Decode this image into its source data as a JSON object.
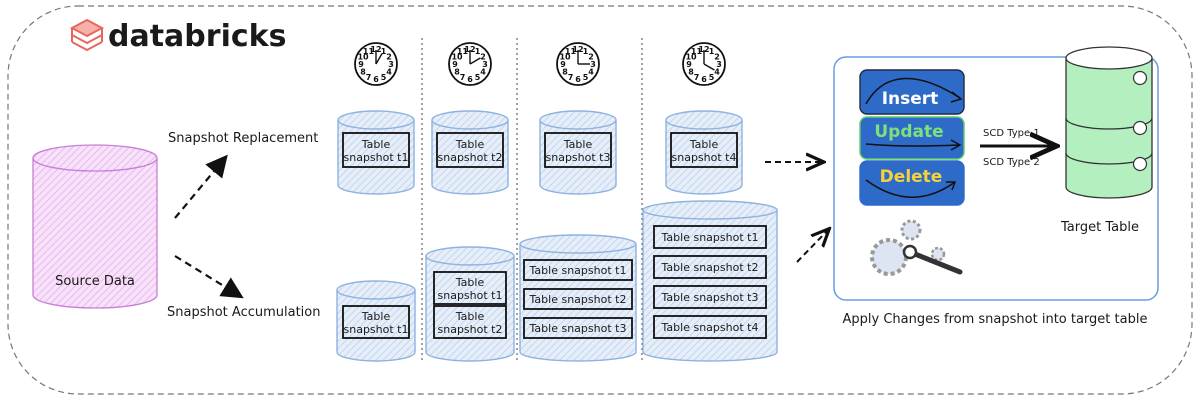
{
  "brand": {
    "name": "databricks",
    "logo_color": "#e8675c"
  },
  "colors": {
    "source_fill": "#f3d5f6",
    "source_stroke": "#c77fd6",
    "snapshot_fill": "#dbe7f6",
    "snapshot_stroke": "#8fb2de",
    "panel_stroke": "#6a9ee0",
    "button_fill": "#2e6bc8",
    "insert_text": "#ffffff",
    "update_text": "#7ee07a",
    "delete_text": "#f5d13a",
    "target_fill": "#b3efbf",
    "clock_highlight": "#e53935"
  },
  "source": {
    "label": "Source Data"
  },
  "modes": {
    "replacement": {
      "label": "Snapshot Replacement"
    },
    "accumulation": {
      "label": "Snapshot Accumulation"
    }
  },
  "clocks": [
    {
      "hour": 1,
      "highlight": "1"
    },
    {
      "hour": 2,
      "highlight": "2"
    },
    {
      "hour": 3,
      "highlight": "3"
    },
    {
      "hour": 4,
      "highlight": "4"
    }
  ],
  "replacement_tables": [
    {
      "line1": "Table",
      "line2": "snapshot t1"
    },
    {
      "line1": "Table",
      "line2": "snapshot t2"
    },
    {
      "line1": "Table",
      "line2": "snapshot t3"
    },
    {
      "line1": "Table",
      "line2": "snapshot t4"
    }
  ],
  "accumulation_tables": [
    {
      "items": [
        {
          "line1": "Table",
          "line2": "snapshot t1"
        }
      ]
    },
    {
      "items": [
        {
          "line1": "Table",
          "line2": "snapshot t1"
        },
        {
          "line1": "Table",
          "line2": "snapshot t2"
        }
      ]
    },
    {
      "items": [
        {
          "line1": "Table snapshot t1"
        },
        {
          "line1": "Table snapshot t2"
        },
        {
          "line1": "Table snapshot t3"
        }
      ]
    },
    {
      "items": [
        {
          "line1": "Table snapshot t1"
        },
        {
          "line1": "Table snapshot t2"
        },
        {
          "line1": "Table snapshot t3"
        },
        {
          "line1": "Table snapshot t4"
        }
      ]
    }
  ],
  "apply_panel": {
    "operations": [
      "Insert",
      "Update",
      "Delete"
    ],
    "scd_type_1": "SCD Type 1",
    "scd_type_2": "SCD Type 2",
    "target_label": "Target Table",
    "caption": "Apply Changes from snapshot into target table"
  }
}
